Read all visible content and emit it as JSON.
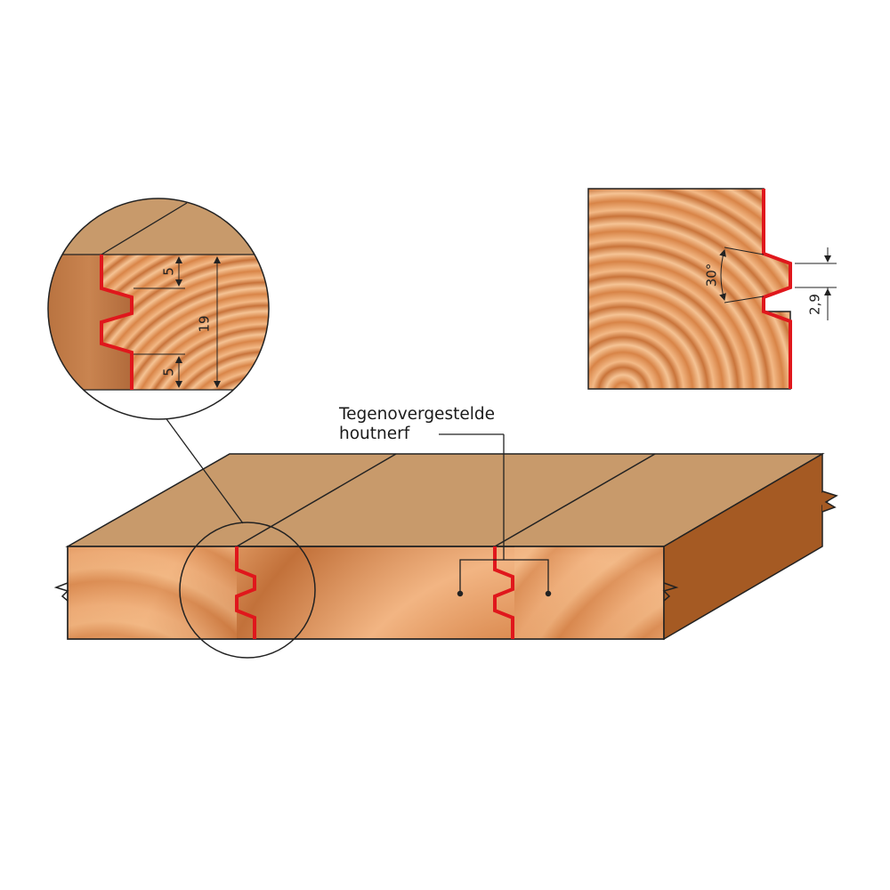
{
  "callout": {
    "line1": "Tegenovergestelde",
    "line2": "houtnerf"
  },
  "detail_dimensions": {
    "upper_offset": "5",
    "lower_offset": "5",
    "board_thickness": "19"
  },
  "profile_dimensions": {
    "angle": "30°",
    "tongue_depth": "2,9"
  },
  "colors": {
    "wood_top": "#c89a6b",
    "wood_face": "#d98b52",
    "wood_side": "#a55a23",
    "ring_light": "#f0b07a",
    "ring_dark": "#b55e2a",
    "joint_red": "#e0171c",
    "line": "#222222"
  },
  "icons": [
    "magnifier-circle",
    "dimension-arrow"
  ]
}
